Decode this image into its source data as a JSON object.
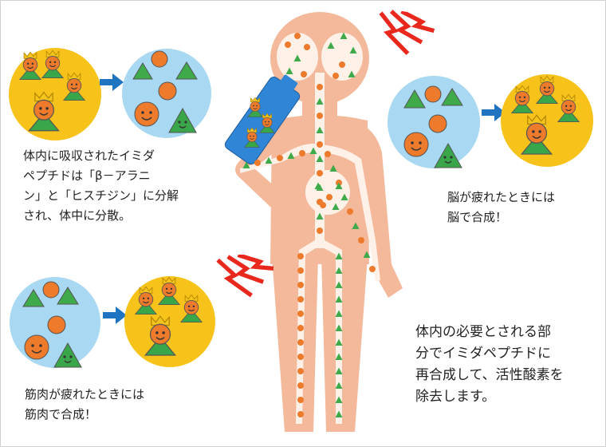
{
  "captions": {
    "absorb": [
      "体内に吸収されたイミダ",
      "ペプチドは「β－アラニ",
      "ン」と「ヒスチジン」に分解",
      "され、体中に分散。"
    ],
    "brain": [
      "脳が疲れたときには",
      "脳で合成！"
    ],
    "muscle": [
      "筋肉が疲れたときには",
      "筋肉で合成！"
    ],
    "resynthesis": [
      "体内の必要とされる部",
      "分でイミダペプチドに",
      "再合成して、活性酸素を",
      "除去します。"
    ]
  },
  "colors": {
    "yellow": "#f7c21a",
    "lightblue": "#a8d8f2",
    "orange": "#ee7a2b",
    "green": "#3eaa4a",
    "arrow": "#1f74c2",
    "body": "#f4b99b",
    "body_inner": "#fff1e8",
    "bolt": "#e8281d"
  },
  "icons": [
    "imidazole-dipeptide-character-icon",
    "beta-alanine-circle-icon",
    "histidine-triangle-icon",
    "lightning-bolt-icon",
    "arrow-right-icon",
    "drink-bottle-icon"
  ]
}
